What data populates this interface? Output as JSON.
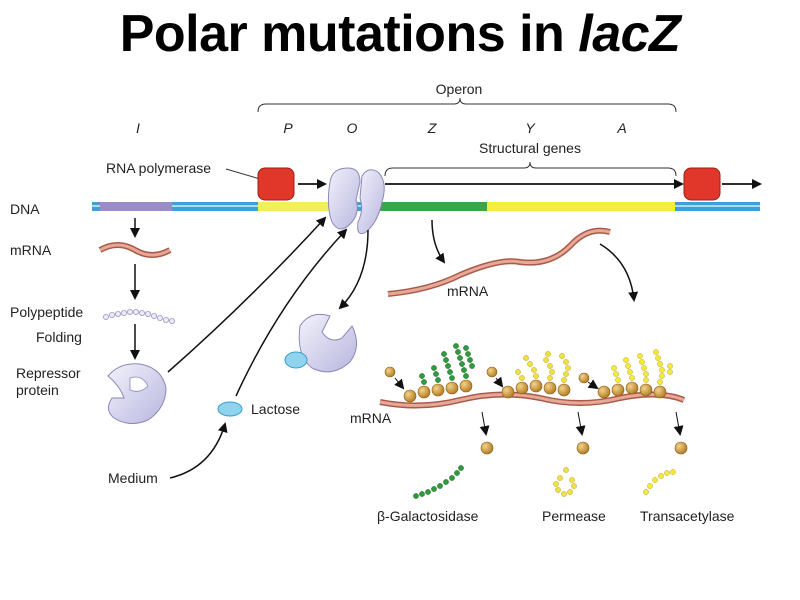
{
  "title": {
    "main": "Polar mutations in ",
    "gene": "lacZ"
  },
  "genes": [
    "I",
    "P",
    "O",
    "Z",
    "Y",
    "A"
  ],
  "labels": {
    "operon": "Operon",
    "structural_genes": "Structural genes",
    "rna_polymerase": "RNA polymerase",
    "dna": "DNA",
    "mrna_left": "mRNA",
    "polypeptide": "Polypeptide",
    "folding": "Folding",
    "repressor_1": "Repressor",
    "repressor_2": "protein",
    "lactose": "Lactose",
    "medium": "Medium",
    "mrna_top": "mRNA",
    "mrna_bottom": "mRNA"
  },
  "products": [
    "β-Galactosidase",
    "Permease",
    "Transacetylase"
  ],
  "colors": {
    "dna_blue": "#3fa0d6",
    "gene_i": "#9a8cc8",
    "gene_po": "#f2ef5a",
    "gene_z": "#3aa64a",
    "gene_ya": "#f7ee3c",
    "polymerase": "#e0372a",
    "mrna": "#d98c7a",
    "ribosome": "#c98f2e",
    "repressor": "#d9d8f0",
    "lactose": "#8fd3ef",
    "beta_gal": "#2f9a3e",
    "permease": "#f0e040",
    "transacetylase": "#f5ea38"
  }
}
